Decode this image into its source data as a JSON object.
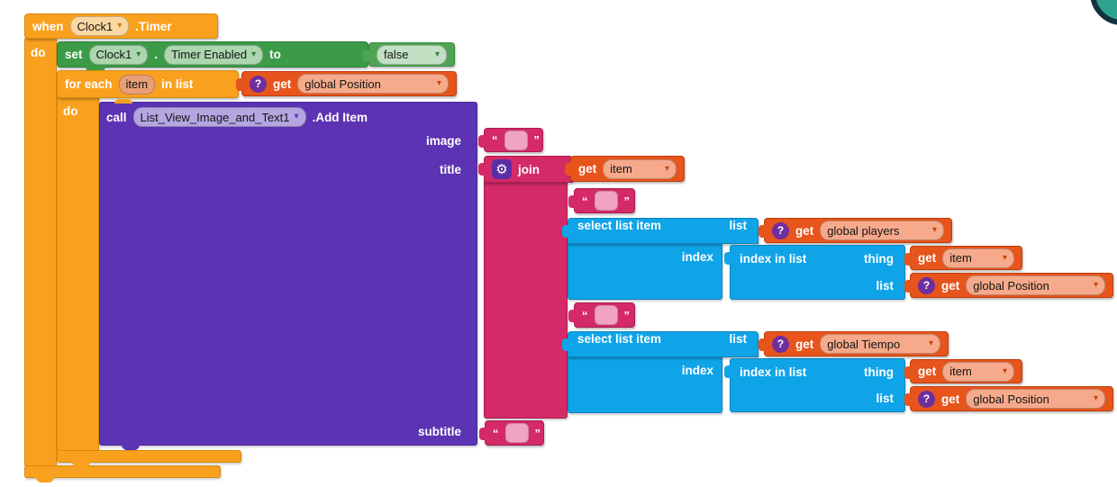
{
  "icons": {
    "dropdown": "▾",
    "question": "?",
    "gear": "⚙",
    "quote_open": "“",
    "quote_close": "”"
  },
  "when_block": {
    "keyword": "when",
    "component": "Clock1",
    "event": ".Timer",
    "do_label": "do"
  },
  "set_block": {
    "keyword": "set",
    "component": "Clock1",
    "dot": ".",
    "property": "Timer Enabled",
    "to_label": "to"
  },
  "false_block": {
    "value": "false"
  },
  "foreach_block": {
    "label_start": "for each",
    "variable": "item",
    "label_end": "in list",
    "do_label": "do"
  },
  "call_block": {
    "keyword": "call",
    "component": "List_View_Image_and_Text1",
    "method": ".Add Item",
    "param_image": "image",
    "param_title": "title",
    "param_subtitle": "subtitle"
  },
  "join_block": {
    "label": "join"
  },
  "select_block": {
    "label": "select list item",
    "list_label": "list",
    "index_label": "index"
  },
  "index_block": {
    "label": "index in list",
    "thing_label": "thing",
    "list_label": "list"
  },
  "getters": {
    "keyword": "get",
    "foreach_list": "global Position",
    "title_item": "item",
    "players": "global players",
    "idx1_thing": "item",
    "idx1_list": "global Position",
    "tiempo": "global Tiempo",
    "idx2_thing": "item",
    "idx2_list": "global Position"
  }
}
